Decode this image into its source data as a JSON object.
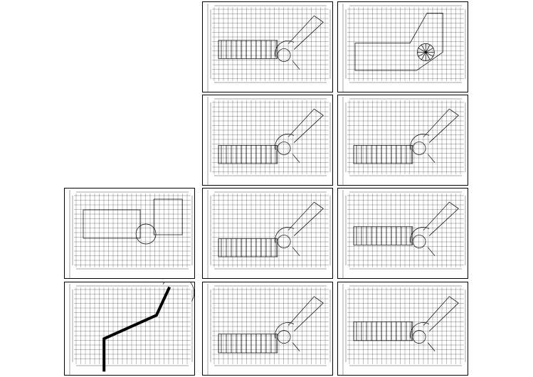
{
  "page": {
    "background": "#ffffff",
    "line_color": "#000000"
  },
  "sheets": [
    {
      "id": "s1",
      "caption": "",
      "note": ""
    },
    {
      "id": "s2",
      "caption": "",
      "note": ""
    },
    {
      "id": "s3",
      "caption": "",
      "note": ""
    },
    {
      "id": "s4",
      "caption": "",
      "note": ""
    },
    {
      "id": "s5",
      "caption": "",
      "note": ""
    },
    {
      "id": "s6",
      "caption": "",
      "note": ""
    },
    {
      "id": "s7",
      "caption": "",
      "note": ""
    },
    {
      "id": "s8",
      "caption": "",
      "note": ""
    },
    {
      "id": "s9",
      "caption": "",
      "note": ""
    },
    {
      "id": "s10",
      "caption": "",
      "note": ""
    },
    {
      "id": "s11",
      "caption": "",
      "note": ""
    },
    {
      "id": "s12",
      "caption": "",
      "note": ""
    }
  ]
}
